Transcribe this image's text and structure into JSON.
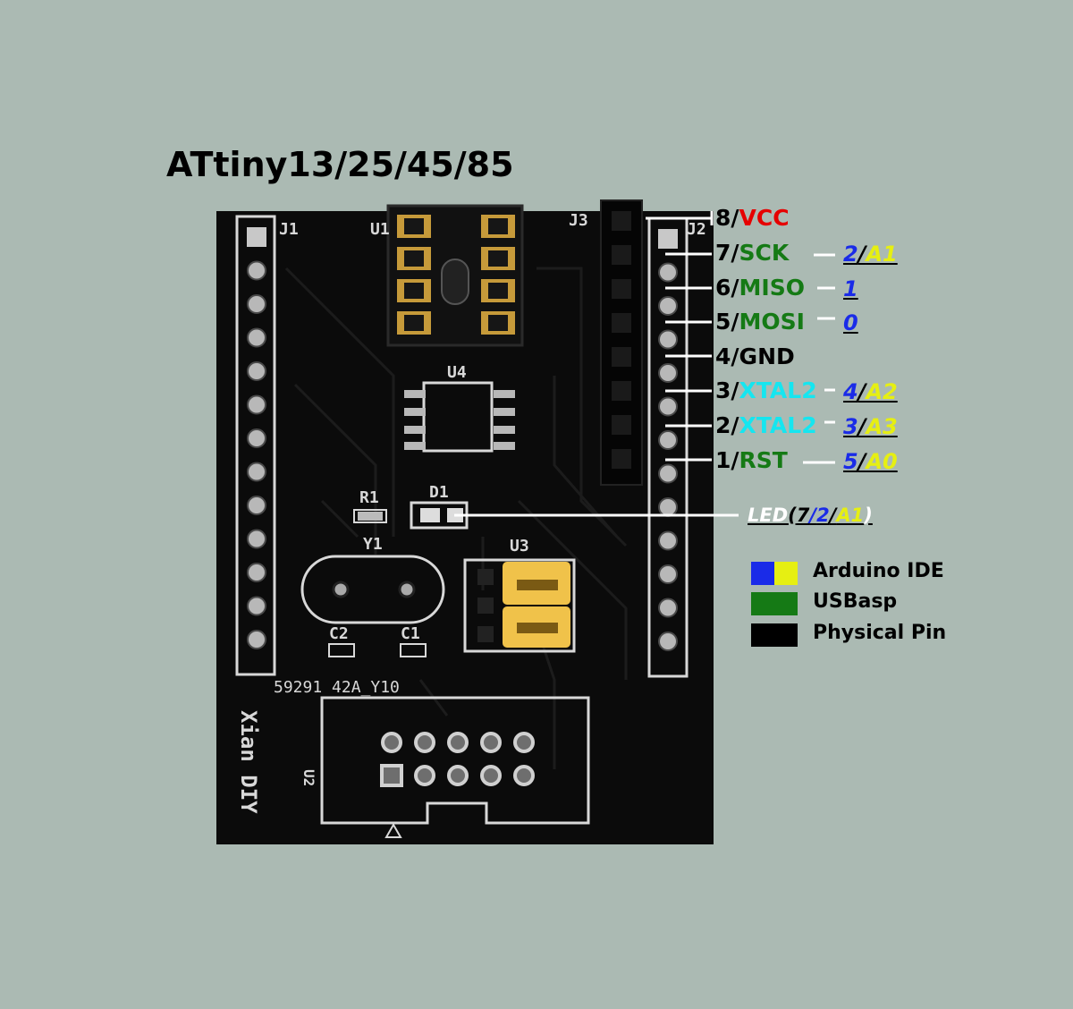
{
  "title": "ATtiny13/25/45/85",
  "board": {
    "silkscreen": {
      "j1": "J1",
      "u1": "U1",
      "j3": "J3",
      "j2": "J2",
      "u4": "U4",
      "r1": "R1",
      "d1": "D1",
      "y1": "Y1",
      "u3": "U3",
      "c2": "C2",
      "c1": "C1",
      "u2": "U2",
      "code": "59291 42A_Y10",
      "brand": "Xian DIY"
    }
  },
  "pins": [
    {
      "num": "8",
      "sep": "/",
      "name": "VCC",
      "name_color": "red",
      "arduino": []
    },
    {
      "num": "7",
      "sep": "/",
      "name": "SCK",
      "name_color": "green",
      "arduino": [
        {
          "text": "2",
          "color": "blue"
        },
        {
          "text": "/",
          "color": "black"
        },
        {
          "text": "A1",
          "color": "yellow"
        }
      ]
    },
    {
      "num": "6",
      "sep": "/",
      "name": "MISO",
      "name_color": "green",
      "arduino": [
        {
          "text": "1",
          "color": "blue"
        }
      ]
    },
    {
      "num": "5",
      "sep": "/",
      "name": "MOSI",
      "name_color": "green",
      "arduino": [
        {
          "text": "0",
          "color": "blue"
        }
      ]
    },
    {
      "num": "4",
      "sep": "/",
      "name": "GND",
      "name_color": "black",
      "arduino": []
    },
    {
      "num": "3",
      "sep": "/",
      "name": "XTAL2",
      "name_color": "cyan",
      "arduino": [
        {
          "text": "4",
          "color": "blue"
        },
        {
          "text": "/",
          "color": "black"
        },
        {
          "text": "A2",
          "color": "yellow"
        }
      ]
    },
    {
      "num": "2",
      "sep": "/",
      "name": "XTAL2",
      "name_color": "cyan",
      "arduino": [
        {
          "text": "3",
          "color": "blue"
        },
        {
          "text": "/",
          "color": "black"
        },
        {
          "text": "A3",
          "color": "yellow"
        }
      ]
    },
    {
      "num": "1",
      "sep": "/",
      "name": "RST",
      "name_color": "green",
      "arduino": [
        {
          "text": "5",
          "color": "blue"
        },
        {
          "text": "/",
          "color": "black"
        },
        {
          "text": "A0",
          "color": "yellow"
        }
      ]
    }
  ],
  "led": {
    "parts": [
      {
        "text": "LED",
        "color": "white"
      },
      {
        "text": "(",
        "color": "black"
      },
      {
        "text": "7",
        "color": "black"
      },
      {
        "text": "/",
        "color": "blue"
      },
      {
        "text": "2",
        "color": "blue"
      },
      {
        "text": "/",
        "color": "black"
      },
      {
        "text": "A1",
        "color": "yellow"
      },
      {
        "text": ")",
        "color": "white"
      }
    ]
  },
  "legend": [
    {
      "label": "Arduino IDE",
      "colors": [
        "#1a2be8",
        "#e6ef12"
      ]
    },
    {
      "label": "USBasp",
      "colors": [
        "#157a15",
        "#157a15"
      ]
    },
    {
      "label": "Physical Pin",
      "colors": [
        "#000000",
        "#000000"
      ]
    }
  ],
  "colors": {
    "background": "#abbab3",
    "pcb": "#0b0b0b",
    "silk": "#d8d8d8",
    "jumper": "#f0c24a",
    "red": "#e60000",
    "green": "#157a15",
    "cyan": "#15e6f0",
    "blue": "#1a2be8",
    "yellow": "#e6ef12",
    "black": "#000000",
    "white": "#ffffff"
  }
}
